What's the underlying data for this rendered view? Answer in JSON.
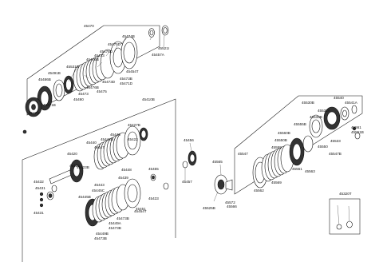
{
  "labels": {
    "top": {
      "frame": "45470",
      "c45474B": "45474B",
      "c45475D": "45475D",
      "c45476D": "45476D",
      "c45475B": "45475B",
      "c45473": "45473",
      "c45531B": "45531B",
      "c45491B": "45491B",
      "c45486B": "45486B",
      "c45471B": "45471B",
      "c45473b": "45473",
      "c45473B": "45473B",
      "c45473D": "45473D",
      "c45476B": "45476B",
      "c45475": "45475",
      "c45473c": "45473",
      "c45490": "45490",
      "c45471D": "45471D",
      "c45454T": "45454T",
      "c45521I": "45521I",
      "c45457A": "45457A",
      "c45432": "45432"
    },
    "left": {
      "frame": "45410B",
      "c45446": "45446",
      "c45440": "45440",
      "c45447": "45447",
      "c45442B": "45442B",
      "c45427B": "45427B",
      "c45422": "45422",
      "c45448": "45448",
      "c45455": "45455",
      "c45420": "45420",
      "c45425": "45425",
      "c45423B": "45423B",
      "c45432": "45432",
      "c45431": "45431",
      "c45431b": "45431",
      "c45439": "45439",
      "c45443": "45443",
      "c45445C": "45445C",
      "c45445B": "45445B",
      "c45433": "45433",
      "c45451": "45451",
      "c45473B": "45473B",
      "c45449A": "45449A",
      "c45473Bb": "45473B",
      "c45449B": "45449B",
      "c45473Bc": "45473B",
      "c45454T": "45454T"
    },
    "center": {
      "c45456": "45456",
      "c45457": "45457",
      "c45565": "45565",
      "c45572": "45572",
      "c45566": "45566",
      "c45525B": "45525B"
    },
    "right": {
      "frame": "45530B",
      "c45540": "45540",
      "c45541A": "45541A",
      "c45532A": "45532A",
      "c45535B": "45535B",
      "c45555B": "45555B",
      "c45551B": "45551B",
      "c45561": "45561",
      "c45533": "45533",
      "c45560B": "45560B",
      "c45547": "45547",
      "c45550B": "45550B",
      "c45550": "45550",
      "c45563": "45563",
      "c45561b": "45561",
      "c45562": "45562",
      "c45569": "45569",
      "c45559": "45559",
      "c45547B": "45547B"
    },
    "detail": {
      "c45320T": "45320T"
    }
  }
}
